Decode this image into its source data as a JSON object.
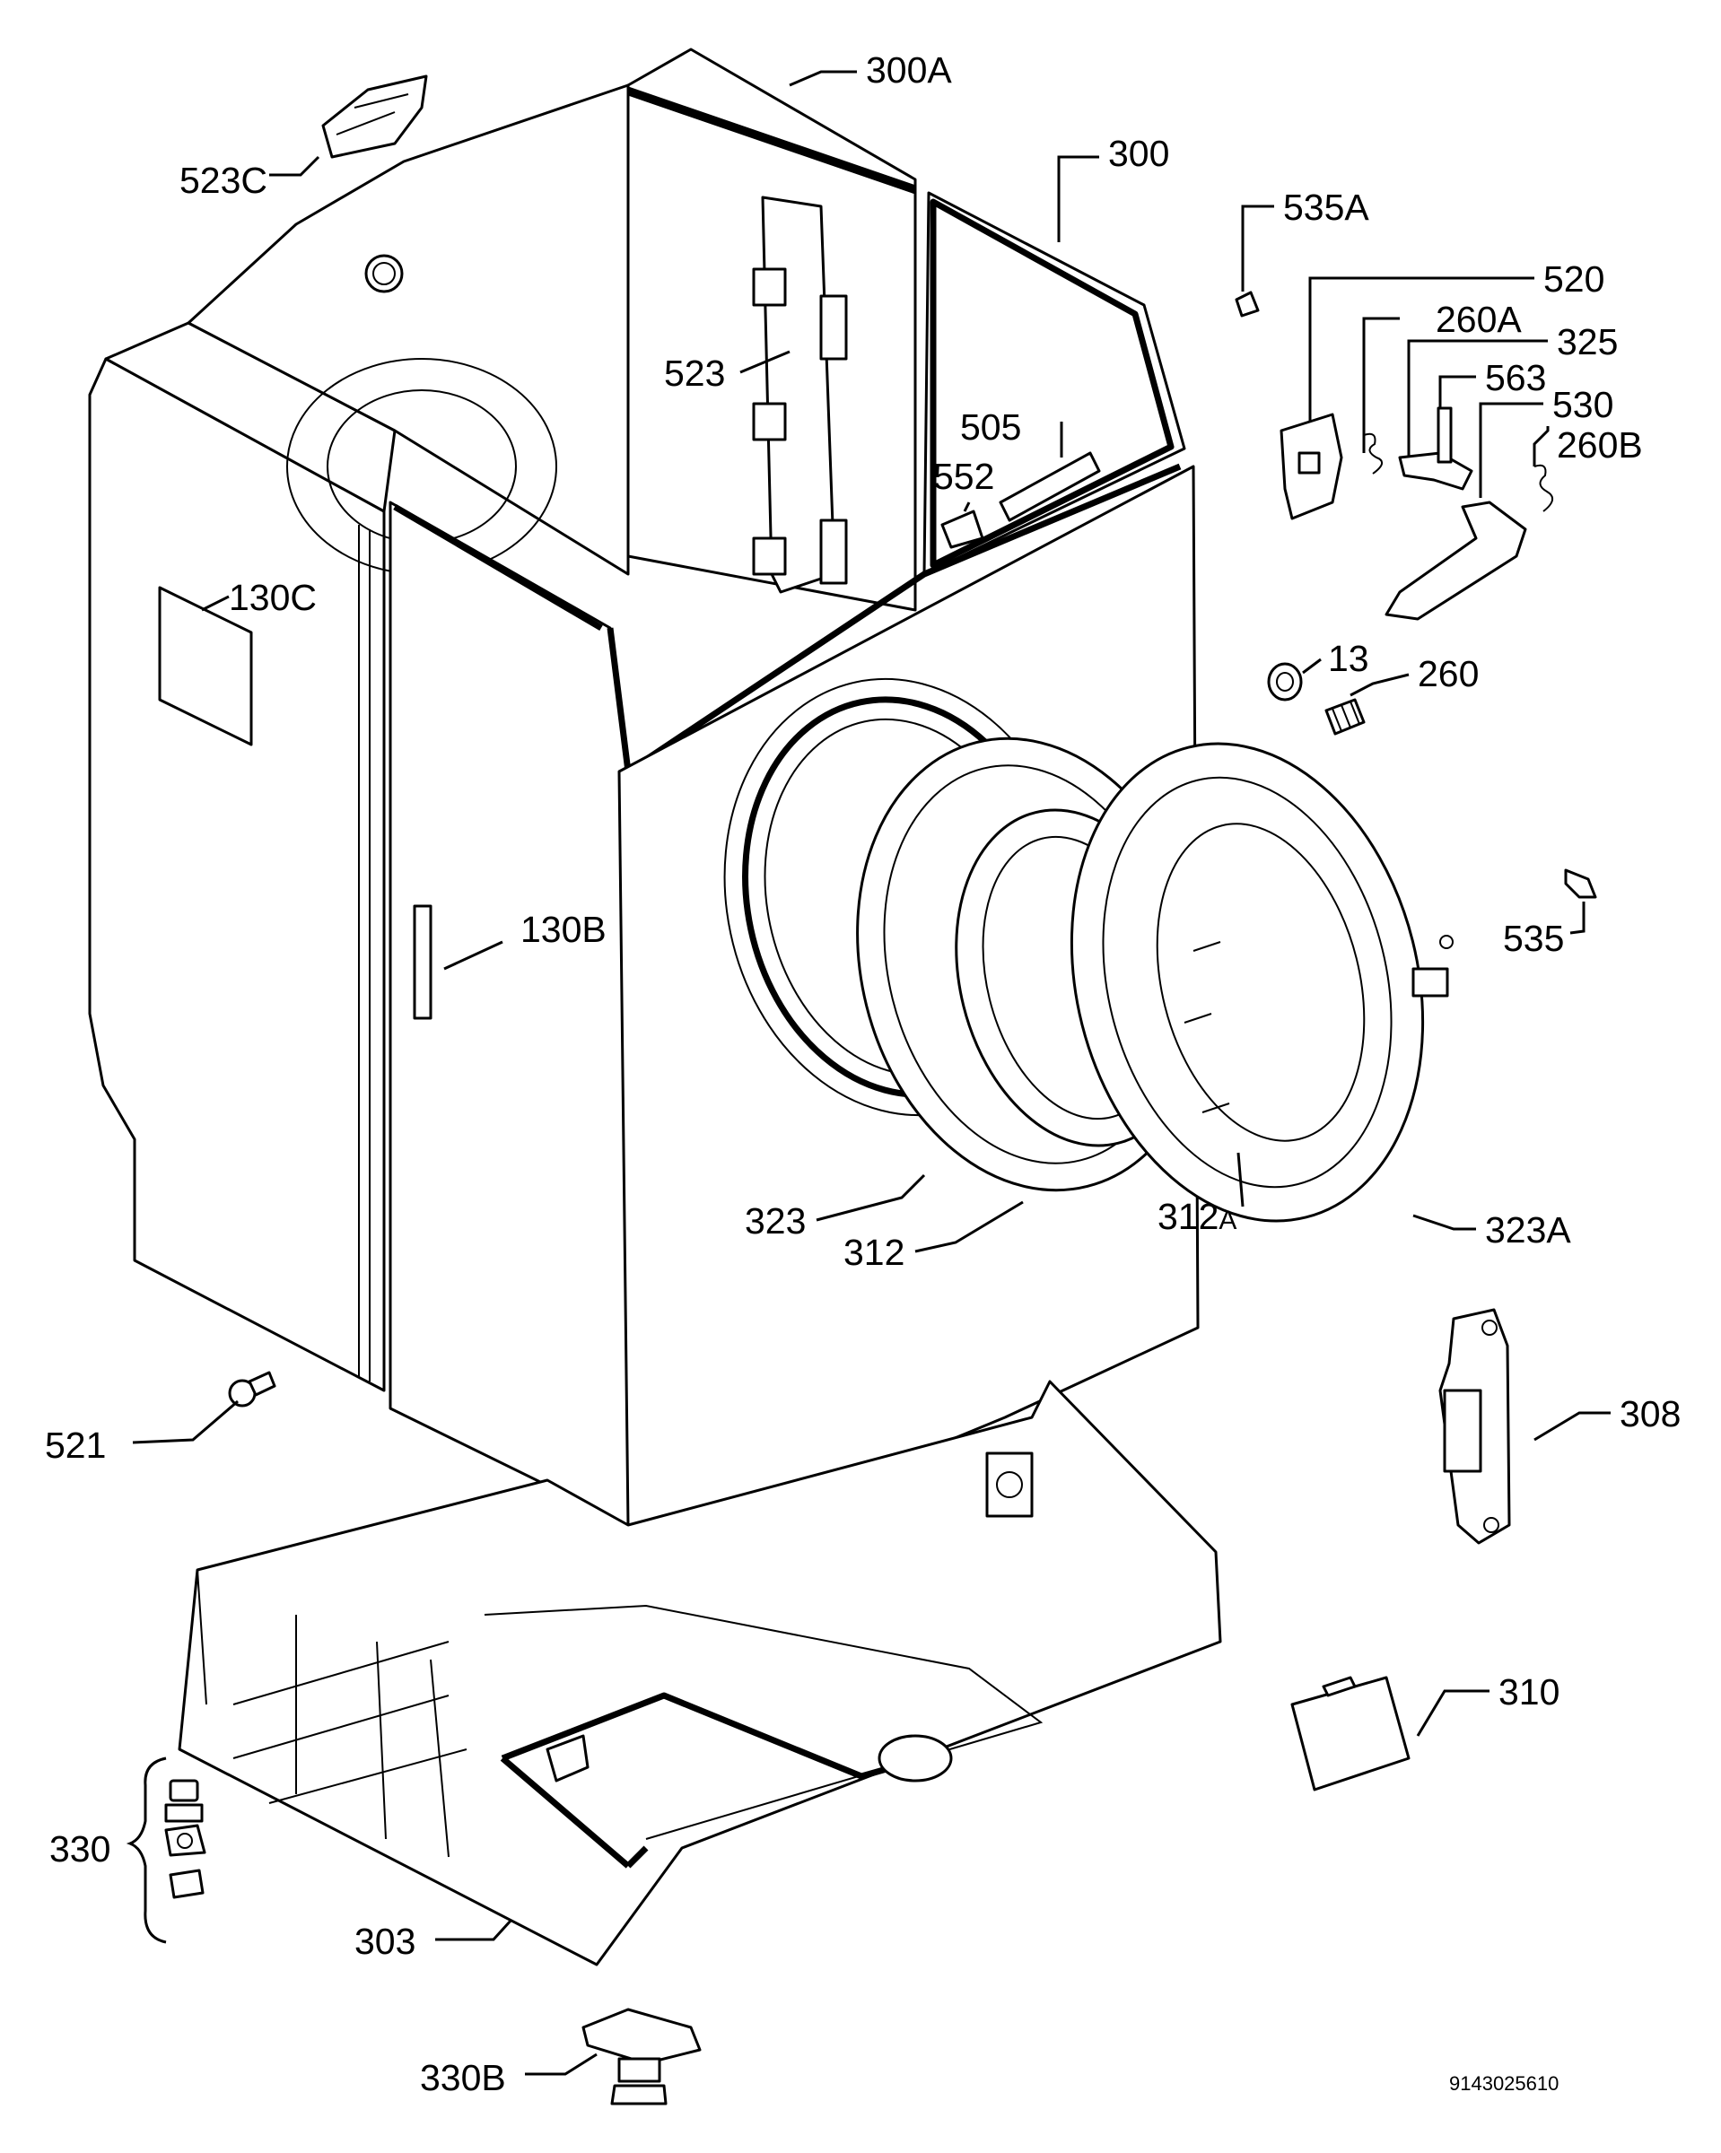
{
  "document_number": "9143025610",
  "labels": {
    "l300A": "300A",
    "l300": "300",
    "l523C": "523C",
    "l535A": "535A",
    "l520": "520",
    "l260A": "260A",
    "l325": "325",
    "l563": "563",
    "l530": "530",
    "l260B": "260B",
    "l523": "523",
    "l505": "505",
    "l552": "552",
    "l130C": "130C",
    "l13": "13",
    "l260": "260",
    "l535": "535",
    "l130B": "130B",
    "l323": "323",
    "l312": "312",
    "l312A_num": "312",
    "l312A_suffix": "A",
    "l323A": "323A",
    "l521": "521",
    "l308": "308",
    "l310": "310",
    "l330": "330",
    "l303": "303",
    "l330B": "330B"
  }
}
